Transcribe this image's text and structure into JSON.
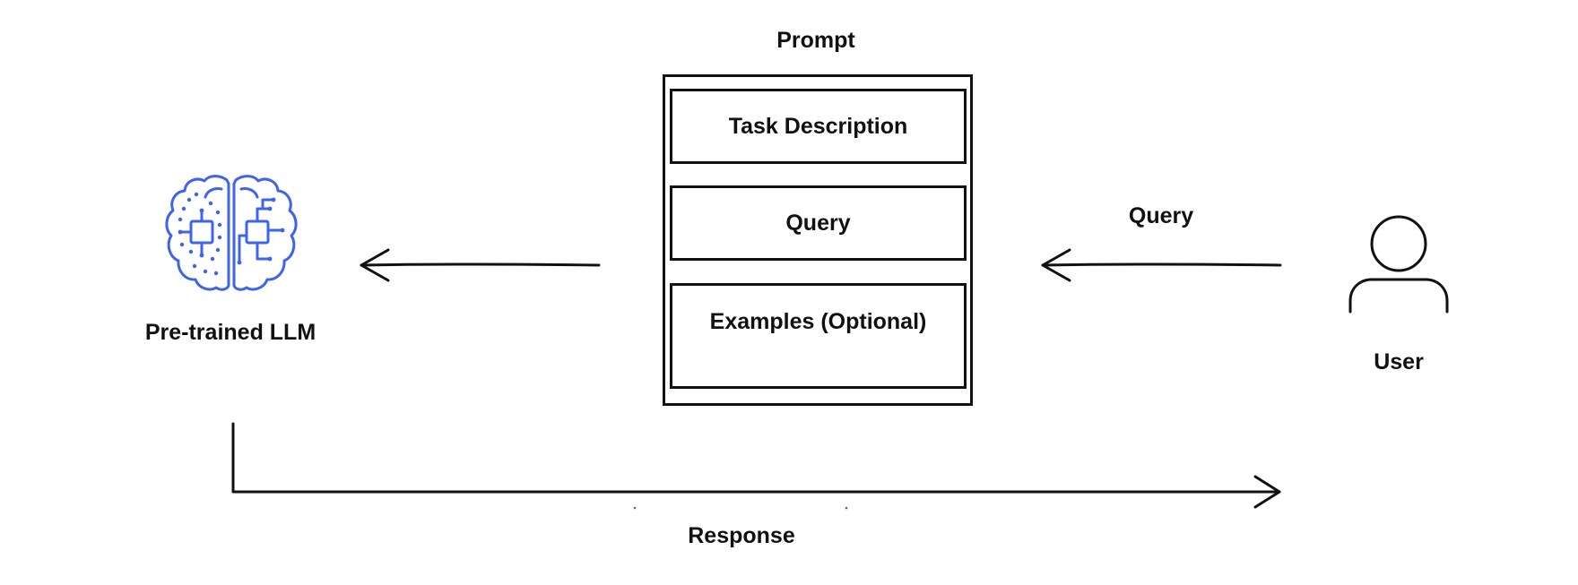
{
  "prompt": {
    "title": "Prompt",
    "sections": {
      "task_description": "Task Description",
      "query": "Query",
      "examples": "Examples (Optional)"
    }
  },
  "llm": {
    "label": "Pre-trained LLM",
    "icon": "brain-circuit-icon",
    "color": "#3d63f0"
  },
  "user": {
    "label": "User",
    "icon": "user-icon"
  },
  "edges": {
    "user_to_prompt_label": "Query",
    "llm_to_user_label": "Response"
  }
}
